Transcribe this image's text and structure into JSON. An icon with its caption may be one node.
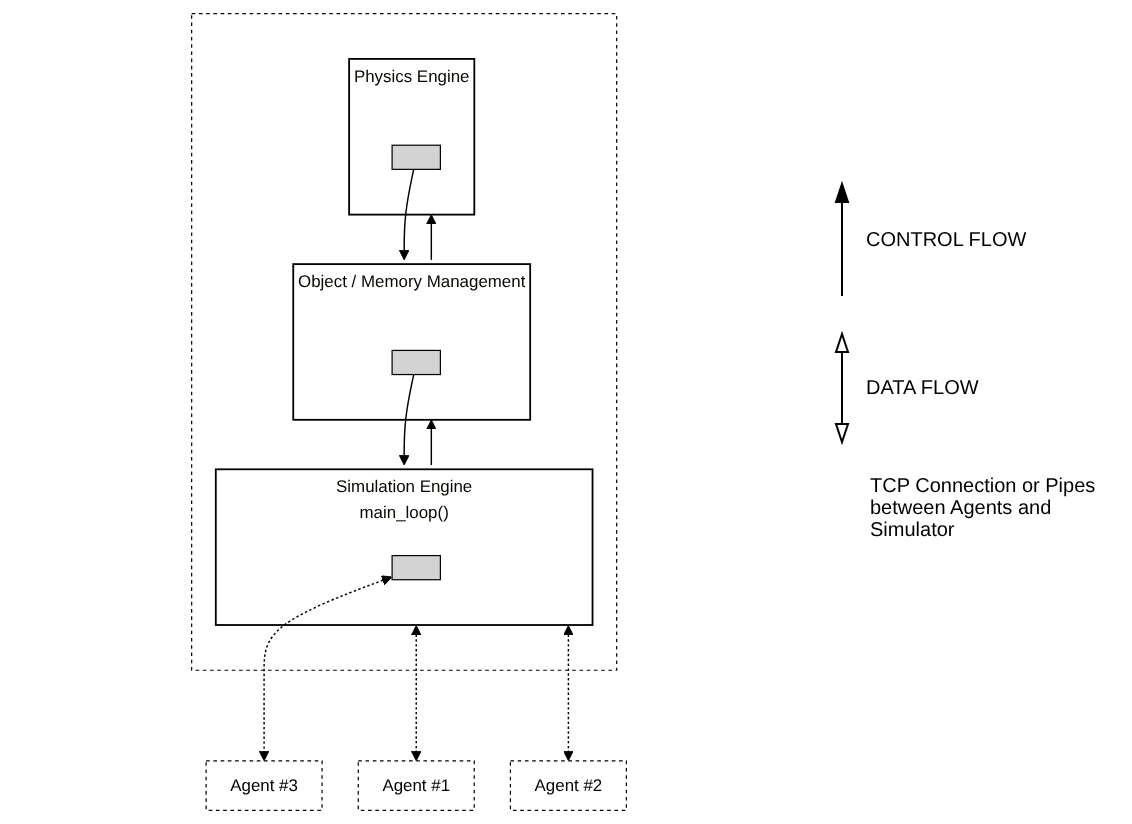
{
  "diagram": {
    "nodes": [
      {
        "text": [],
        "shape": "box"
      },
      {
        "text": [
          "Physics Engine"
        ],
        "in": 0
      },
      {
        "text": [],
        "shape": "box",
        "in": 1
      },
      {
        "text": [
          "Object / Memory Management"
        ],
        "in": 0
      },
      {
        "text": [],
        "shape": "box",
        "in": 3
      },
      {
        "text": [
          "Simulation Engine",
          "main_loop()"
        ],
        "in": 0
      },
      {
        "text": [],
        "shape": "box",
        "in": 5
      },
      {
        "text": [
          "Agent #1"
        ]
      },
      {
        "text": [
          "Agent #2"
        ]
      },
      {
        "text": [
          "Agent #3"
        ]
      }
    ],
    "edges": [
      {
        "from": 3,
        "to": 1,
        "arrow": "to"
      },
      {
        "from": 5,
        "to": 3,
        "arrow": "to"
      },
      {
        "from": 2,
        "to": 3,
        "arrow": "to"
      },
      {
        "from": 4,
        "to": 5,
        "arrow": "to"
      },
      {
        "from": 7,
        "to": 5,
        "arrow": "both",
        "style": "dashed"
      },
      {
        "from": 8,
        "to": 5,
        "arrow": "both",
        "style": "dashed"
      },
      {
        "from": 9,
        "to": 6,
        "arrow": "both",
        "style": "dashed"
      }
    ],
    "labels": [
      "TCP Connection or Pipes between Agents and Simulator"
    ],
    "legend": [
      {
        "text": "CONTROL FLOW"
      },
      {
        "text": "DATA FLOW"
      }
    ]
  }
}
